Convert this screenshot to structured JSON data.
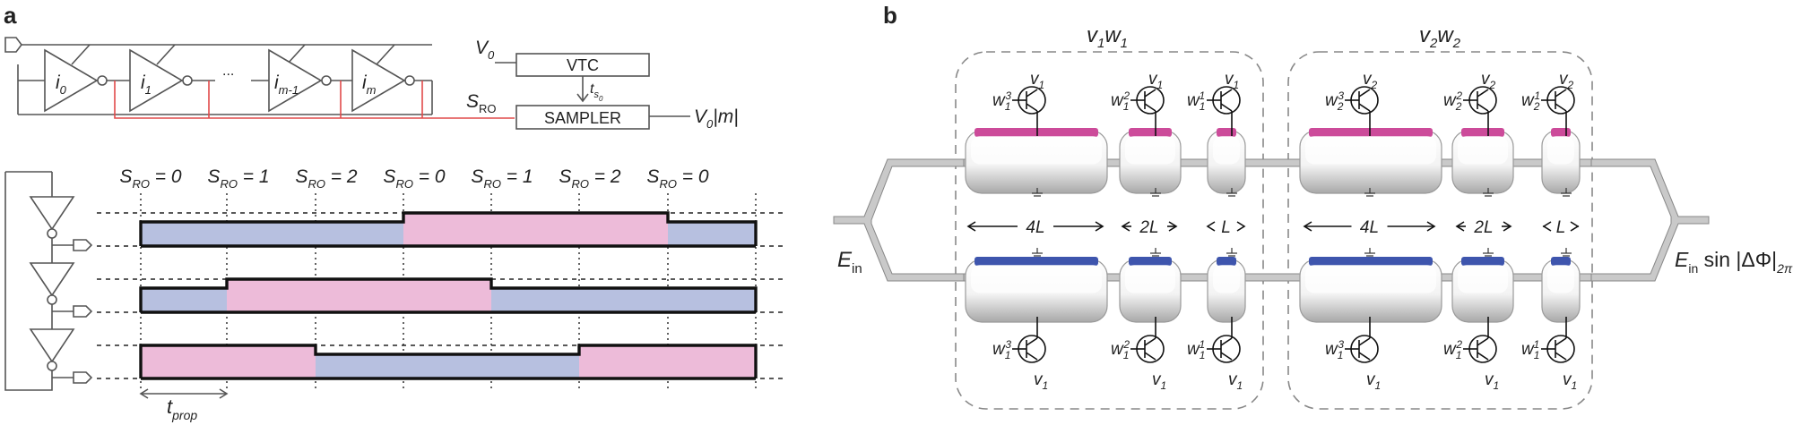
{
  "panel_a": {
    "label": "a",
    "stages": [
      "i",
      "i",
      "i",
      "i"
    ],
    "stage_subs": [
      "0",
      "1",
      "m-1",
      "m"
    ],
    "ellipsis": "...",
    "v0": "V",
    "v0_sub": "0",
    "vtc": "VTC",
    "ts": "t",
    "ts_sub": "s",
    "ts_subsub": "0",
    "sro": "S",
    "sro_sub": "RO",
    "sampler": "SAMPLER",
    "output": "V",
    "output_sub": "0",
    "output_tail": "|m|",
    "states": [
      "0",
      "1",
      "2",
      "0",
      "1",
      "2",
      "0"
    ],
    "state_prefix": "S",
    "state_sub": "RO",
    "tprop": "t",
    "tprop_sub": "prop",
    "waveforms": [
      {
        "pattern": [
          "lo",
          "lo",
          "lo",
          "hi",
          "hi",
          "hi",
          "lo"
        ]
      },
      {
        "pattern": [
          "lo",
          "hi",
          "hi",
          "hi",
          "lo",
          "lo",
          "lo"
        ]
      },
      {
        "pattern": [
          "hi",
          "hi",
          "lo",
          "lo",
          "lo",
          "hi",
          "hi"
        ]
      }
    ]
  },
  "panel_b": {
    "label": "b",
    "group1": {
      "v": "v",
      "v_sub": "1",
      "w": "w",
      "w_sub": "1"
    },
    "group2": {
      "v": "v",
      "v_sub": "2",
      "w": "w",
      "w_sub": "2"
    },
    "lengths": [
      "4L",
      "2L",
      "L",
      "4L",
      "2L",
      "L"
    ],
    "top_transistors": [
      {
        "w_sub": "1",
        "w_sup": "3",
        "v_sub": "1"
      },
      {
        "w_sub": "1",
        "w_sup": "2",
        "v_sub": "1"
      },
      {
        "w_sub": "1",
        "w_sup": "1",
        "v_sub": "1"
      },
      {
        "w_sub": "2",
        "w_sup": "3",
        "v_sub": "2"
      },
      {
        "w_sub": "2",
        "w_sup": "2",
        "v_sub": "2"
      },
      {
        "w_sub": "2",
        "w_sup": "1",
        "v_sub": "2"
      }
    ],
    "bottom_transistors": [
      {
        "w_sub": "1",
        "w_sup": "3",
        "v_sub": "1"
      },
      {
        "w_sub": "1",
        "w_sup": "2",
        "v_sub": "1"
      },
      {
        "w_sub": "1",
        "w_sup": "1",
        "v_sub": "1"
      },
      {
        "w_sub": "1",
        "w_sup": "3",
        "v_sub": "1"
      },
      {
        "w_sub": "1",
        "w_sup": "2",
        "v_sub": "1"
      },
      {
        "w_sub": "1",
        "w_sup": "1",
        "v_sub": "1"
      }
    ],
    "e_in": "E",
    "e_in_sub": "in",
    "e_out": "E",
    "e_out_sub": "in",
    "e_out_mid": " sin |ΔΦ|",
    "e_out_tail": "2π"
  },
  "colors": {
    "low": "#b7c0e0",
    "high": "#edbbd9",
    "ring_red": "#e14a4a",
    "top_arm": "#cc4b9a",
    "bottom_arm": "#3e55ad"
  }
}
